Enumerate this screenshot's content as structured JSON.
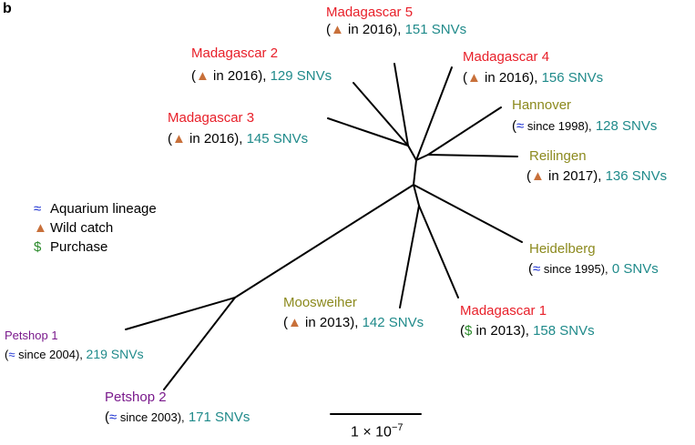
{
  "panel_label": "b",
  "colors": {
    "red": "#e8202a",
    "olive": "#8c8a1e",
    "purple": "#7a1a8c",
    "teal": "#1f8a8a",
    "blue": "#1a2fd1",
    "brown": "#c8703a",
    "green": "#2a8a2a",
    "branch": "#000000"
  },
  "legend": [
    {
      "symbol": "≈",
      "symbol_name": "aquarium-lineage-icon",
      "label": "Aquarium lineage",
      "color": "#1a2fd1"
    },
    {
      "symbol": "▲",
      "symbol_name": "wild-catch-icon",
      "label": "Wild catch",
      "color": "#c8703a"
    },
    {
      "symbol": "$",
      "symbol_name": "purchase-icon",
      "label": "Purchase",
      "color": "#2a8a2a"
    }
  ],
  "taxa": {
    "madagascar5": {
      "name": "Madagascar 5",
      "open": "(",
      "symbol": "▲",
      "detail": " in 2016),",
      "snvs": "151 SNVs"
    },
    "madagascar2": {
      "name": "Madagascar 2",
      "open": "(",
      "symbol": "▲",
      "detail": " in 2016),",
      "snvs": "129 SNVs"
    },
    "madagascar4": {
      "name": "Madagascar 4",
      "open": "(",
      "symbol": "▲",
      "detail": " in 2016),",
      "snvs": "156 SNVs"
    },
    "madagascar3": {
      "name": "Madagascar 3",
      "open": "(",
      "symbol": "▲",
      "detail": " in 2016),",
      "snvs": "145 SNVs"
    },
    "hannover": {
      "name": "Hannover",
      "open": "(",
      "symbol": "≈",
      "detail": " since 1998),",
      "snvs": "128 SNVs"
    },
    "reilingen": {
      "name": "Reilingen",
      "open": "(",
      "symbol": "▲",
      "detail": " in 2017),",
      "snvs": "136 SNVs"
    },
    "heidelberg": {
      "name": "Heidelberg",
      "open": "(",
      "symbol": "≈",
      "detail": " since 1995),",
      "snvs": "0 SNVs"
    },
    "moosweiher": {
      "name": "Moosweiher",
      "open": "(",
      "symbol": "▲",
      "detail": " in 2013),",
      "snvs": "142 SNVs"
    },
    "madagascar1": {
      "name": "Madagascar 1",
      "open": "(",
      "symbol": "$",
      "detail": " in 2013),",
      "snvs": "158 SNVs"
    },
    "petshop1": {
      "name": "Petshop 1",
      "open": "(",
      "symbol": "≈",
      "detail": " since 2004),",
      "snvs": "219 SNVs"
    },
    "petshop2": {
      "name": "Petshop 2",
      "open": "(",
      "symbol": "≈",
      "detail": " since 2003),",
      "snvs": "171 SNVs"
    }
  },
  "scale_bar": {
    "base": "1 × 10",
    "exponent": "−7"
  }
}
